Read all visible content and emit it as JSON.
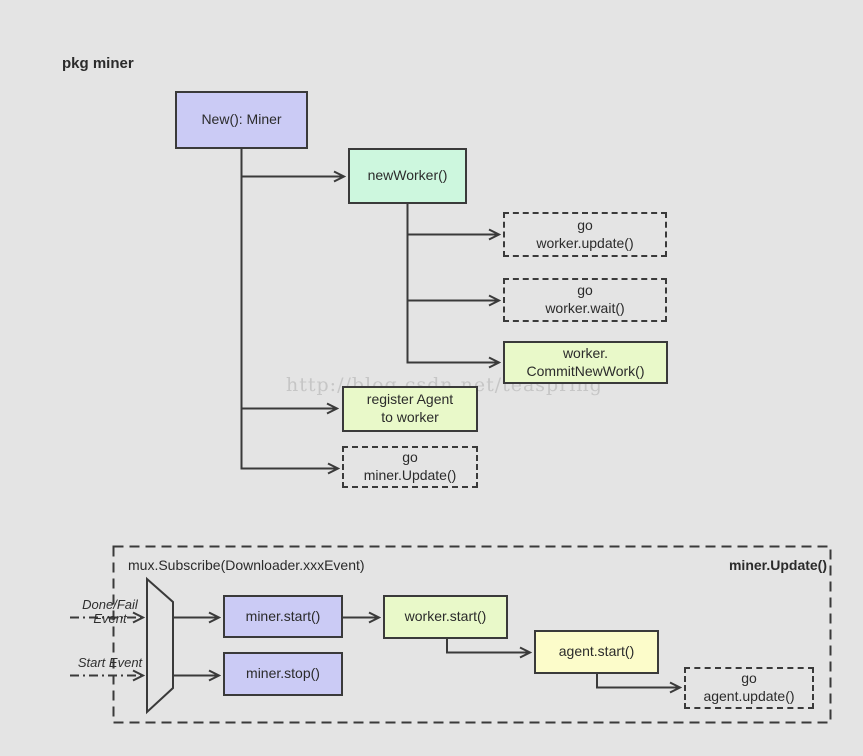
{
  "page": {
    "title": "pkg miner",
    "watermark": "http://blog.csdn.net/teaspring"
  },
  "colors": {
    "background": "#e4e4e4",
    "node_lavender": "#cbcbf5",
    "node_mint": "#cdf7de",
    "node_green": "#e9f9c9",
    "node_yellow": "#fcfcca",
    "line": "#3a3a3a",
    "watermark_gray": "#c6c6c6"
  },
  "nodes": {
    "new_miner": {
      "label": "New(): Miner"
    },
    "new_worker": {
      "label": "newWorker()"
    },
    "go_worker_update": {
      "line1": "go",
      "line2": "worker.update()"
    },
    "go_worker_wait": {
      "line1": "go",
      "line2": "worker.wait()"
    },
    "commit_new_work": {
      "line1": "worker.",
      "line2": "CommitNewWork()"
    },
    "register_agent": {
      "line1": "register Agent",
      "line2": "to worker"
    },
    "go_miner_update": {
      "line1": "go",
      "line2": "miner.Update()"
    },
    "miner_start": {
      "label": "miner.start()"
    },
    "miner_stop": {
      "label": "miner.stop()"
    },
    "worker_start": {
      "label": "worker.start()"
    },
    "agent_start": {
      "label": "agent.start()"
    },
    "go_agent_update": {
      "line1": "go",
      "line2": "agent.update()"
    }
  },
  "update_container": {
    "subscribe_label": "mux.Subscribe(Downloader.xxxEvent)",
    "title": "miner.Update()"
  },
  "events": {
    "done_fail": {
      "line1": "Done/Fail",
      "line2": "Event"
    },
    "start": {
      "line1": "Start",
      "line2": "Event"
    }
  }
}
